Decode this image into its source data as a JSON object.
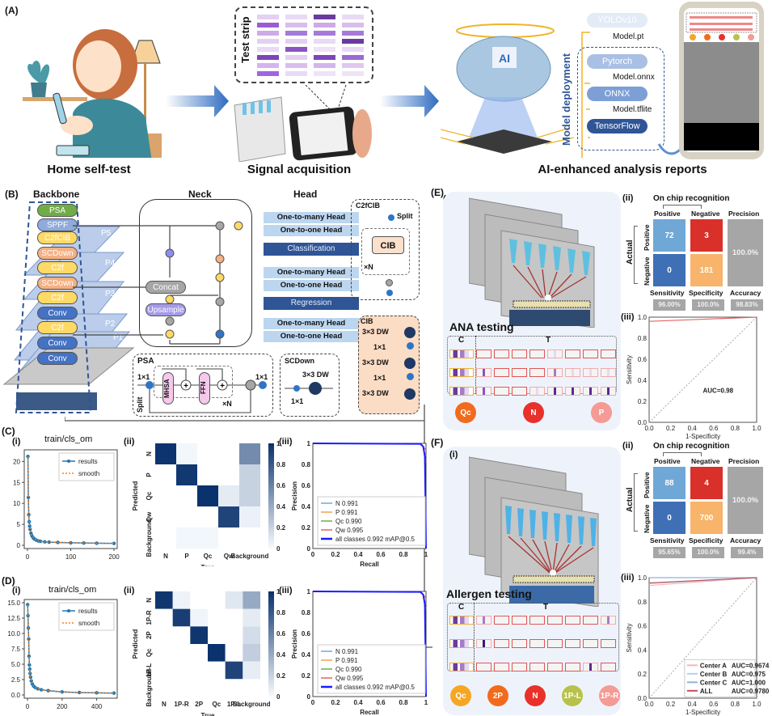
{
  "panel_A": {
    "label": "(A)",
    "captions": [
      "Home self-test",
      "Signal acquisition",
      "AI-enhanced analysis reports"
    ],
    "test_strip_label": "Test strip",
    "ai_label": "AI",
    "deployment_title": "Model deployment",
    "deployment_steps": [
      "YOLOv10",
      "Pytorch",
      "ONNX",
      "TensorFlow"
    ],
    "deployment_arrows": [
      "Model.pt",
      "Model.onnx",
      "Model.tflite"
    ]
  },
  "panel_B": {
    "label": "(B)",
    "backbone_title": "Backbone",
    "neck_title": "Neck",
    "head_title": "Head",
    "backbone_blocks": [
      {
        "name": "PSA",
        "color": "#70ad47"
      },
      {
        "name": "SPPF",
        "color": "#8faadc"
      },
      {
        "name": "C2fCIB",
        "color": "#ffd966"
      },
      {
        "name": "SCDown",
        "color": "#f4b183"
      },
      {
        "name": "C2f",
        "color": "#ffd966"
      },
      {
        "name": "SCDown",
        "color": "#f4b183"
      },
      {
        "name": "C2f",
        "color": "#ffd966"
      },
      {
        "name": "Conv",
        "color": "#4472c4"
      },
      {
        "name": "C2f",
        "color": "#ffd966"
      },
      {
        "name": "Conv",
        "color": "#4472c4"
      },
      {
        "name": "Conv",
        "color": "#4472c4"
      }
    ],
    "levels": [
      "P5",
      "P4",
      "P3",
      "P2",
      "P1"
    ],
    "neck_nodes": [
      "Concat",
      "Upsample"
    ],
    "head_items": [
      "One-to-many Head",
      "One-to-one Head",
      "Classification",
      "One-to-many Head",
      "One-to-one Head",
      "Regression",
      "One-to-many Head",
      "One-to-one Head"
    ],
    "c2fcib": {
      "title": "C2fCIB",
      "split": "Split",
      "block": "CIB",
      "repeat": "×N"
    },
    "cib": {
      "title": "CIB",
      "layers": [
        "3×3 DW",
        "1×1",
        "3×3 DW",
        "1×1",
        "3×3 DW"
      ]
    },
    "psa": {
      "title": "PSA",
      "in": "1×1",
      "split": "Split",
      "mhsa": "MHSA",
      "ffn": "FFN",
      "repeat": "×N",
      "out": "1×1"
    },
    "scdown": {
      "title": "SCDown",
      "dw": "3×3 DW",
      "pw": "1×1"
    }
  },
  "panel_C": {
    "label": "(C)",
    "chart_data": [
      {
        "id": "C-i",
        "sublabel": "(i)",
        "type": "line",
        "title": "train/cls_om",
        "xlim": [
          0,
          200
        ],
        "ylim": [
          0,
          22
        ],
        "xticks": [
          0,
          100,
          200
        ],
        "yticks": [
          0,
          5,
          10,
          15,
          20
        ],
        "legend": [
          "results",
          "smooth"
        ],
        "legend_position": "top-right",
        "series": [
          {
            "name": "results",
            "x": [
              1,
              2,
              3,
              4,
              5,
              6,
              8,
              10,
              13,
              16,
              20,
              25,
              30,
              40,
              50,
              70,
              100,
              130,
              160,
              200
            ],
            "y": [
              21.2,
              11.4,
              7.3,
              5.6,
              4.6,
              3.8,
              2.9,
              2.3,
              1.8,
              1.5,
              1.25,
              1.05,
              0.95,
              0.82,
              0.75,
              0.68,
              0.6,
              0.55,
              0.5,
              0.45
            ]
          }
        ]
      },
      {
        "id": "C-ii",
        "sublabel": "(ii)",
        "type": "heatmap",
        "xlabel": "True",
        "ylabel": "Predicted",
        "x_categories": [
          "N",
          "P",
          "Qc",
          "Qw",
          "Background"
        ],
        "y_categories": [
          "N",
          "P",
          "Qc",
          "Qw",
          "Background"
        ],
        "colorbar_ticks": [
          0,
          0.2,
          0.4,
          0.6,
          0.8,
          1.0
        ],
        "values": [
          [
            0.98,
            0.02,
            0,
            0,
            0.55
          ],
          [
            0,
            0.96,
            0,
            0,
            0.2
          ],
          [
            0,
            0,
            0.99,
            0.08,
            0.2
          ],
          [
            0,
            0,
            0,
            0.9,
            0.05
          ],
          [
            0,
            0.02,
            0.02,
            0,
            0
          ]
        ]
      },
      {
        "id": "C-iii",
        "sublabel": "(iii)",
        "type": "line",
        "xlabel": "Recall",
        "ylabel": "Precision",
        "xlim": [
          0,
          1
        ],
        "ylim": [
          0,
          1
        ],
        "ticks": [
          0,
          0.2,
          0.4,
          0.6,
          0.8,
          1.0
        ],
        "legend_position": "bottom-right",
        "series": [
          {
            "name": "N 0.991",
            "color": "#6fa8dc"
          },
          {
            "name": "P 0.991",
            "color": "#f6a04d"
          },
          {
            "name": "Qc 0.990",
            "color": "#6ab04c"
          },
          {
            "name": "Qw 0.995",
            "color": "#e06666"
          },
          {
            "name": "all classes 0.992 mAP@0.5",
            "color": "#1a1aff"
          }
        ]
      }
    ]
  },
  "panel_D": {
    "label": "(D)",
    "chart_data": [
      {
        "id": "D-i",
        "sublabel": "(i)",
        "type": "line",
        "title": "train/cls_om",
        "xlim": [
          0,
          500
        ],
        "ylim": [
          0,
          15
        ],
        "xticks": [
          0,
          200,
          400
        ],
        "yticks": [
          "0.0",
          "2.5",
          "5.0",
          "7.5",
          "10.0",
          "12.5",
          "15.0"
        ],
        "legend": [
          "results",
          "smooth"
        ],
        "legend_position": "top-right",
        "series": [
          {
            "name": "results",
            "x": [
              1,
              3,
              5,
              7,
              9,
              11,
              13,
              15,
              18,
              22,
              28,
              35,
              45,
              60,
              80,
              120,
              200,
              300,
              400,
              500
            ],
            "y": [
              14.7,
              12.9,
              10.9,
              9.1,
              6.3,
              4.9,
              4.2,
              3.5,
              2.9,
              2.3,
              1.8,
              1.45,
              1.2,
              1.0,
              0.85,
              0.7,
              0.5,
              0.4,
              0.35,
              0.3
            ]
          }
        ]
      },
      {
        "id": "D-ii",
        "sublabel": "(ii)",
        "type": "heatmap",
        "xlabel": "True",
        "ylabel": "Predicted",
        "x_categories": [
          "N",
          "1P-R",
          "2P",
          "Qc",
          "1P-L",
          "Background"
        ],
        "y_categories": [
          "N",
          "1P-R",
          "2P",
          "Qc",
          "1P-L",
          "Background"
        ],
        "colorbar_ticks": [
          0,
          0.2,
          0.4,
          0.6,
          0.8,
          1.0
        ],
        "values": [
          [
            0.97,
            0.04,
            0,
            0,
            0.1,
            0.4
          ],
          [
            0,
            0.93,
            0.03,
            0,
            0,
            0.08
          ],
          [
            0,
            0,
            0.97,
            0,
            0,
            0.15
          ],
          [
            0,
            0,
            0,
            0.99,
            0,
            0.22
          ],
          [
            0,
            0,
            0,
            0,
            0.9,
            0.07
          ],
          [
            0,
            0,
            0,
            0,
            0,
            0
          ]
        ]
      },
      {
        "id": "D-iii",
        "sublabel": "(iii)",
        "type": "line",
        "xlabel": "Recall",
        "ylabel": "Precision",
        "xlim": [
          0,
          1
        ],
        "ylim": [
          0,
          1
        ],
        "ticks": [
          0,
          0.2,
          0.4,
          0.6,
          0.8,
          1.0
        ],
        "legend_position": "bottom-right",
        "series": [
          {
            "name": "N 0.991",
            "color": "#6fa8dc"
          },
          {
            "name": "P 0.991",
            "color": "#f6a04d"
          },
          {
            "name": "Qc 0.990",
            "color": "#6ab04c"
          },
          {
            "name": "Qw 0.995",
            "color": "#e06666"
          },
          {
            "name": "all classes 0.992 mAP@0.5",
            "color": "#1a1aff"
          }
        ]
      }
    ]
  },
  "panel_E": {
    "label": "(E)",
    "sub_i": "(i)",
    "sub_ii": "(ii)",
    "sub_iii": "(iii)",
    "testing_title": "ANA testing",
    "strip_labels": {
      "c": "C",
      "t": "T"
    },
    "circles": [
      {
        "label": "Qc",
        "color": "#f26b1d"
      },
      {
        "label": "N",
        "color": "#e8312a"
      },
      {
        "label": "P",
        "color": "#f59a94"
      }
    ],
    "recognition": {
      "title": "On chip recognition",
      "col_headers": [
        "Positive",
        "Negative",
        "Precision"
      ],
      "row_headers": [
        "Positive",
        "Negative"
      ],
      "actual_label": "Actual",
      "cells": [
        {
          "value": "72",
          "color": "#6fa8d6"
        },
        {
          "value": "3",
          "color": "#d9302a"
        },
        {
          "value": "0",
          "color": "#3f6fb5"
        },
        {
          "value": "181",
          "color": "#f7b46a"
        }
      ],
      "precision": "100.0%",
      "bottom_headers": [
        "Sensitivity",
        "Specificity",
        "Accuracy"
      ],
      "bottom_values": [
        "96.00%",
        "100.0%",
        "98.83%"
      ]
    },
    "roc": {
      "type": "line",
      "xlabel": "1-Specificity",
      "ylabel": "Sensitivity",
      "ticks": [
        "0.0",
        "0.2",
        "0.4",
        "0.6",
        "0.8",
        "1.0"
      ],
      "annotation": "AUC=0.98",
      "series": [
        {
          "name": "ROC",
          "x": [
            0,
            1
          ],
          "y": [
            0.96,
            1.0
          ],
          "color": "#e06666"
        }
      ]
    }
  },
  "panel_F": {
    "label": "(F)",
    "sub_i": "(i)",
    "sub_ii": "(ii)",
    "sub_iii": "(iii)",
    "testing_title": "Allergen testing",
    "strip_labels": {
      "c": "C",
      "t": "T"
    },
    "circles": [
      {
        "label": "Qc",
        "color": "#f5a623"
      },
      {
        "label": "2P",
        "color": "#f26b1d"
      },
      {
        "label": "N",
        "color": "#e8312a"
      },
      {
        "label": "1P-L",
        "color": "#b8c24a"
      },
      {
        "label": "1P-R",
        "color": "#f59a94"
      }
    ],
    "recognition": {
      "title": "On chip recognition",
      "col_headers": [
        "Positive",
        "Negative",
        "Precision"
      ],
      "row_headers": [
        "Positive",
        "Negative"
      ],
      "actual_label": "Actual",
      "cells": [
        {
          "value": "88",
          "color": "#6fa8d6"
        },
        {
          "value": "4",
          "color": "#d9302a"
        },
        {
          "value": "0",
          "color": "#3f6fb5"
        },
        {
          "value": "700",
          "color": "#f7b46a"
        }
      ],
      "precision": "100.0%",
      "bottom_headers": [
        "Sensitivity",
        "Specificity",
        "Accuracy"
      ],
      "bottom_values": [
        "95.65%",
        "100.0%",
        "99.4%"
      ]
    },
    "roc": {
      "type": "line",
      "xlabel": "1-Specificity",
      "ylabel": "Sensitivity",
      "ticks": [
        "0.0",
        "0.2",
        "0.4",
        "0.6",
        "0.8",
        "1.0"
      ],
      "legend_position": "bottom-right",
      "series": [
        {
          "name": "Center A",
          "auc": "AUC=0.9674",
          "x": [
            0,
            1
          ],
          "y": [
            0.935,
            1.0
          ],
          "color": "#f4b6b6"
        },
        {
          "name": "Center B",
          "auc": "AUC=0.975",
          "x": [
            0,
            1
          ],
          "y": [
            0.95,
            1.0
          ],
          "color": "#b8cfe8"
        },
        {
          "name": "Center C",
          "auc": "AUC=1.000",
          "x": [
            0,
            1
          ],
          "y": [
            1.0,
            1.0
          ],
          "color": "#8fb4d9"
        },
        {
          "name": "ALL",
          "auc": "AUC=0.9780",
          "x": [
            0,
            1
          ],
          "y": [
            0.956,
            1.0
          ],
          "color": "#c0505a"
        }
      ]
    }
  }
}
